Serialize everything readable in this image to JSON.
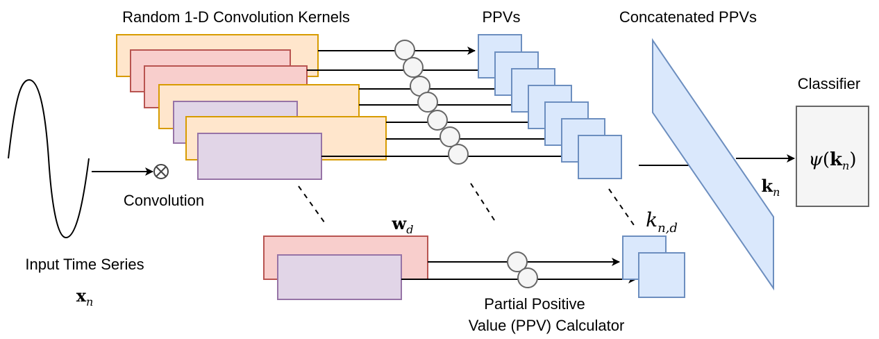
{
  "labels": {
    "kernels_title": "Random 1-D Convolution Kernels",
    "ppvs_title": "PPVs",
    "concat_title": "Concatenated PPVs",
    "classifier_title": "Classifier",
    "convolution": "Convolution",
    "input_series": "Input Time Series",
    "ppv_calc_line1": "Partial Positive",
    "ppv_calc_line2": "Value (PPV) Calculator"
  },
  "math": {
    "x_bold": "x",
    "x_sub": "n",
    "w_bold": "w",
    "w_sub": "d",
    "k_nd_base": "k",
    "k_nd_sub": "n,d",
    "k_bold": "k",
    "k_sub": "n",
    "psi": "ψ",
    "psi_open": "(",
    "psi_k": "k",
    "psi_sub": "n",
    "psi_close": ")"
  },
  "colors": {
    "orange_fill": "#ffe6cc",
    "orange_stroke": "#d79b00",
    "red_fill": "#f8cecc",
    "red_stroke": "#b85450",
    "purple_fill": "#e1d5e7",
    "purple_stroke": "#9673a6",
    "blue_fill": "#dae8fc",
    "blue_stroke": "#6c8ebf",
    "grey_fill": "#f5f5f5",
    "grey_stroke": "#666666"
  },
  "icons": [
    "convolution-operator-icon",
    "ppv-calculator-circle-icon"
  ]
}
